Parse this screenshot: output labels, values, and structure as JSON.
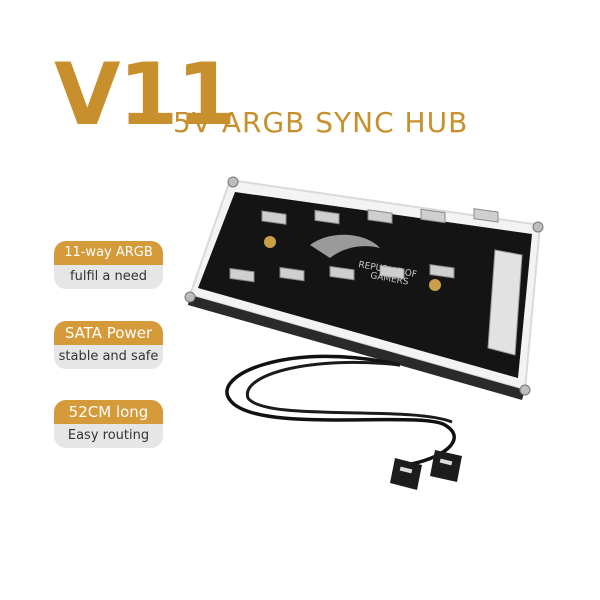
{
  "title": {
    "model": "V11",
    "subtitle": "5V ARGB SYNC HUB"
  },
  "features": [
    {
      "headline": "11-way ARGB",
      "detail": "fulfil a need"
    },
    {
      "headline": "SATA Power",
      "detail": "stable and safe"
    },
    {
      "headline": "52CM long",
      "detail": "Easy routing"
    }
  ],
  "board_print": {
    "line1": "REPUBLIC OF",
    "line2": "GAMERS"
  },
  "colors": {
    "accent": "#c8902c",
    "badge_top": "#d59a3a",
    "badge_bottom": "#e6e6e6",
    "pcb": "#141414"
  }
}
